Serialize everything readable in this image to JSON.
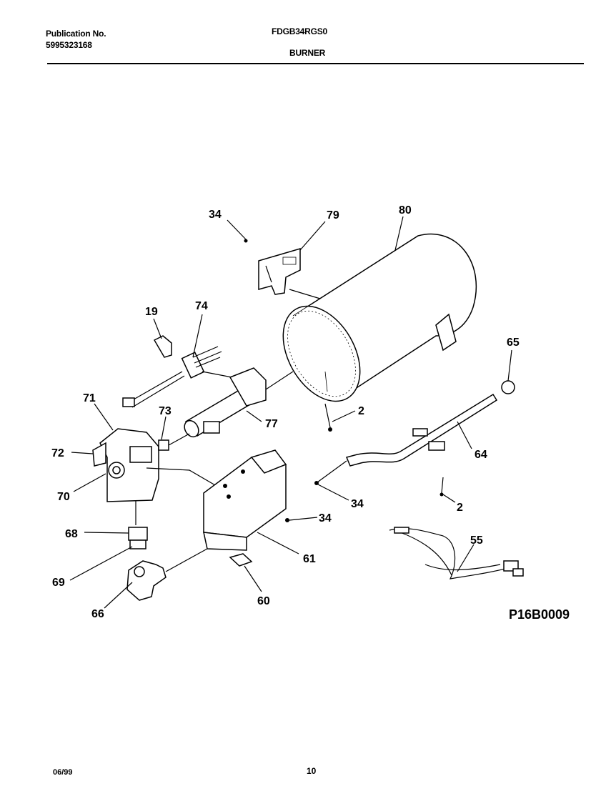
{
  "header": {
    "publication_label": "Publication No.",
    "publication_number": "5995323168",
    "model": "FDGB34RGS0",
    "section": "BURNER"
  },
  "footer": {
    "date": "06/99",
    "page": "10"
  },
  "diagram": {
    "code": "P16B0009",
    "callouts": {
      "c34a": "34",
      "c79": "79",
      "c80": "80",
      "c19": "19",
      "c74": "74",
      "c65": "65",
      "c71": "71",
      "c73": "73",
      "c2a": "2",
      "c77": "77",
      "c72": "72",
      "c64": "64",
      "c70": "70",
      "c34b": "34",
      "c2b": "2",
      "c34c": "34",
      "c68": "68",
      "c55": "55",
      "c61": "61",
      "c69": "69",
      "c60": "60",
      "c66": "66"
    }
  }
}
